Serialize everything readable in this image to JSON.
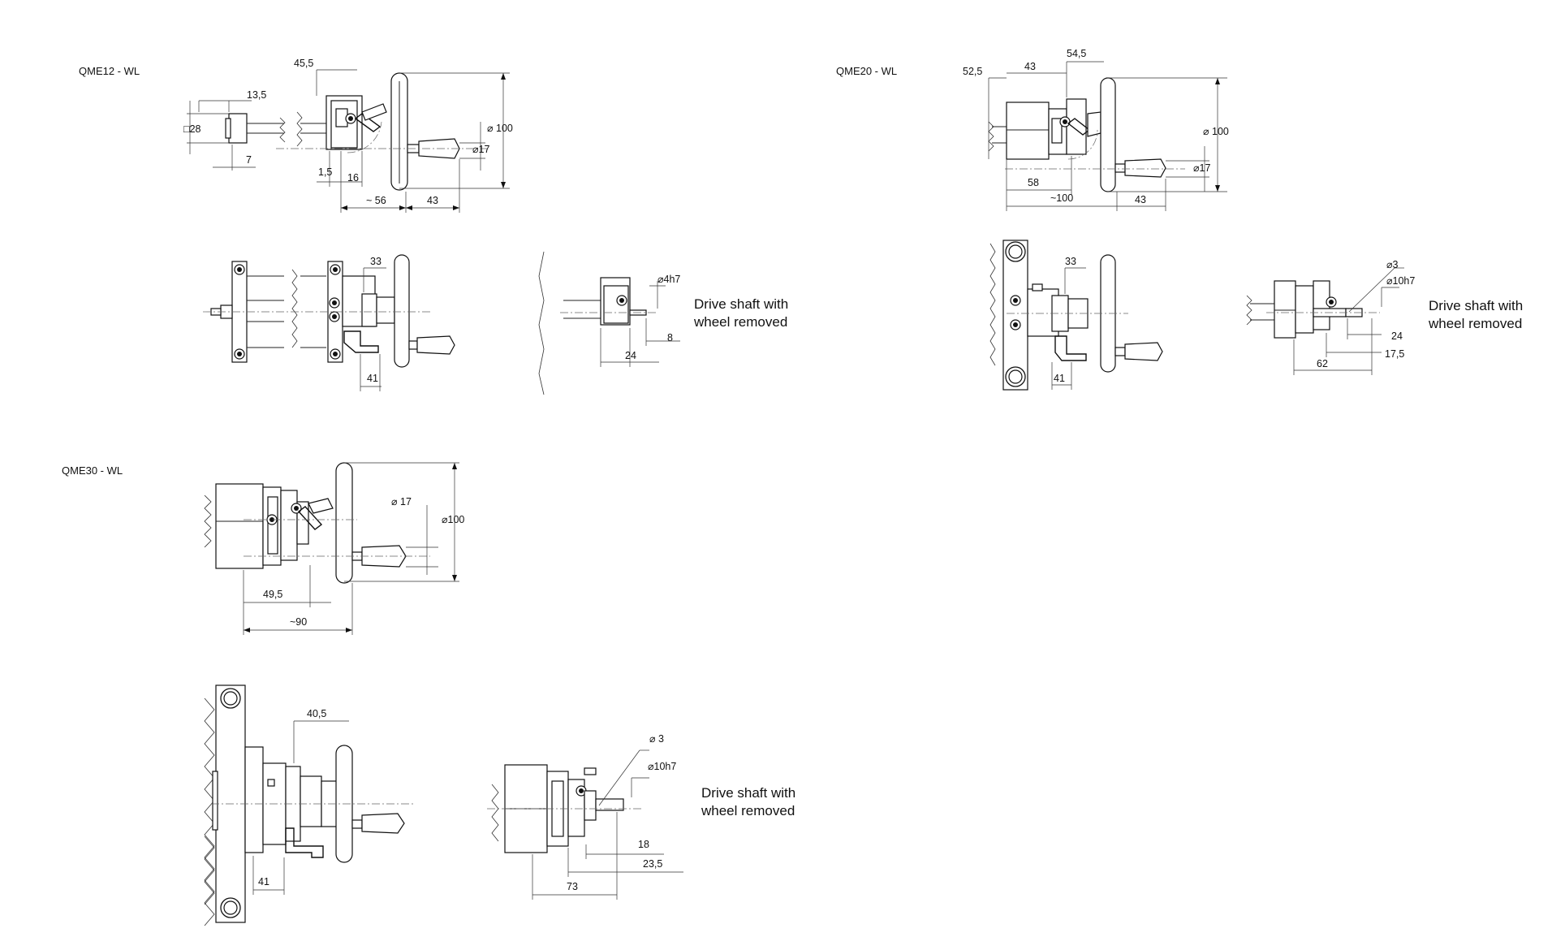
{
  "views": {
    "qme12": {
      "title": "QME12 - WL",
      "dims": {
        "d45_5": "45,5",
        "d13_5": "13,5",
        "sq28": "28",
        "d7": "7",
        "d1_5": "1,5",
        "d16": "16",
        "d56": "~ 56",
        "d43": "43",
        "dia100": "100",
        "dia17": "17",
        "d33": "33",
        "d41": "41",
        "dia4h7": "4h7",
        "d8": "8",
        "d24": "24"
      },
      "note": [
        "Drive shaft with",
        "wheel removed"
      ]
    },
    "qme20": {
      "title": "QME20 - WL",
      "dims": {
        "d52_5": "52,5",
        "d43top": "43",
        "d54_5": "54,5",
        "dia100": "100",
        "dia17": "17",
        "d58": "58",
        "d100": "~100",
        "d43": "43",
        "d33": "33",
        "d41": "41",
        "dia3": "3",
        "dia10h7": "10h7",
        "d24": "24",
        "d17_5": "17,5",
        "d62": "62"
      },
      "note": [
        "Drive shaft with",
        "wheel removed"
      ]
    },
    "qme30": {
      "title": "QME30 - WL",
      "dims": {
        "dia17": "17",
        "dia100": "100",
        "d49_5": "49,5",
        "d90": "~90",
        "d40_5": "40,5",
        "d41": "41",
        "dia3": "3",
        "dia10h7": "10h7",
        "d18": "18",
        "d23_5": "23,5",
        "d73": "73"
      },
      "note": [
        "Drive shaft with",
        "wheel removed"
      ]
    }
  },
  "symbols": {
    "diameter": "⌀",
    "square": "□"
  }
}
